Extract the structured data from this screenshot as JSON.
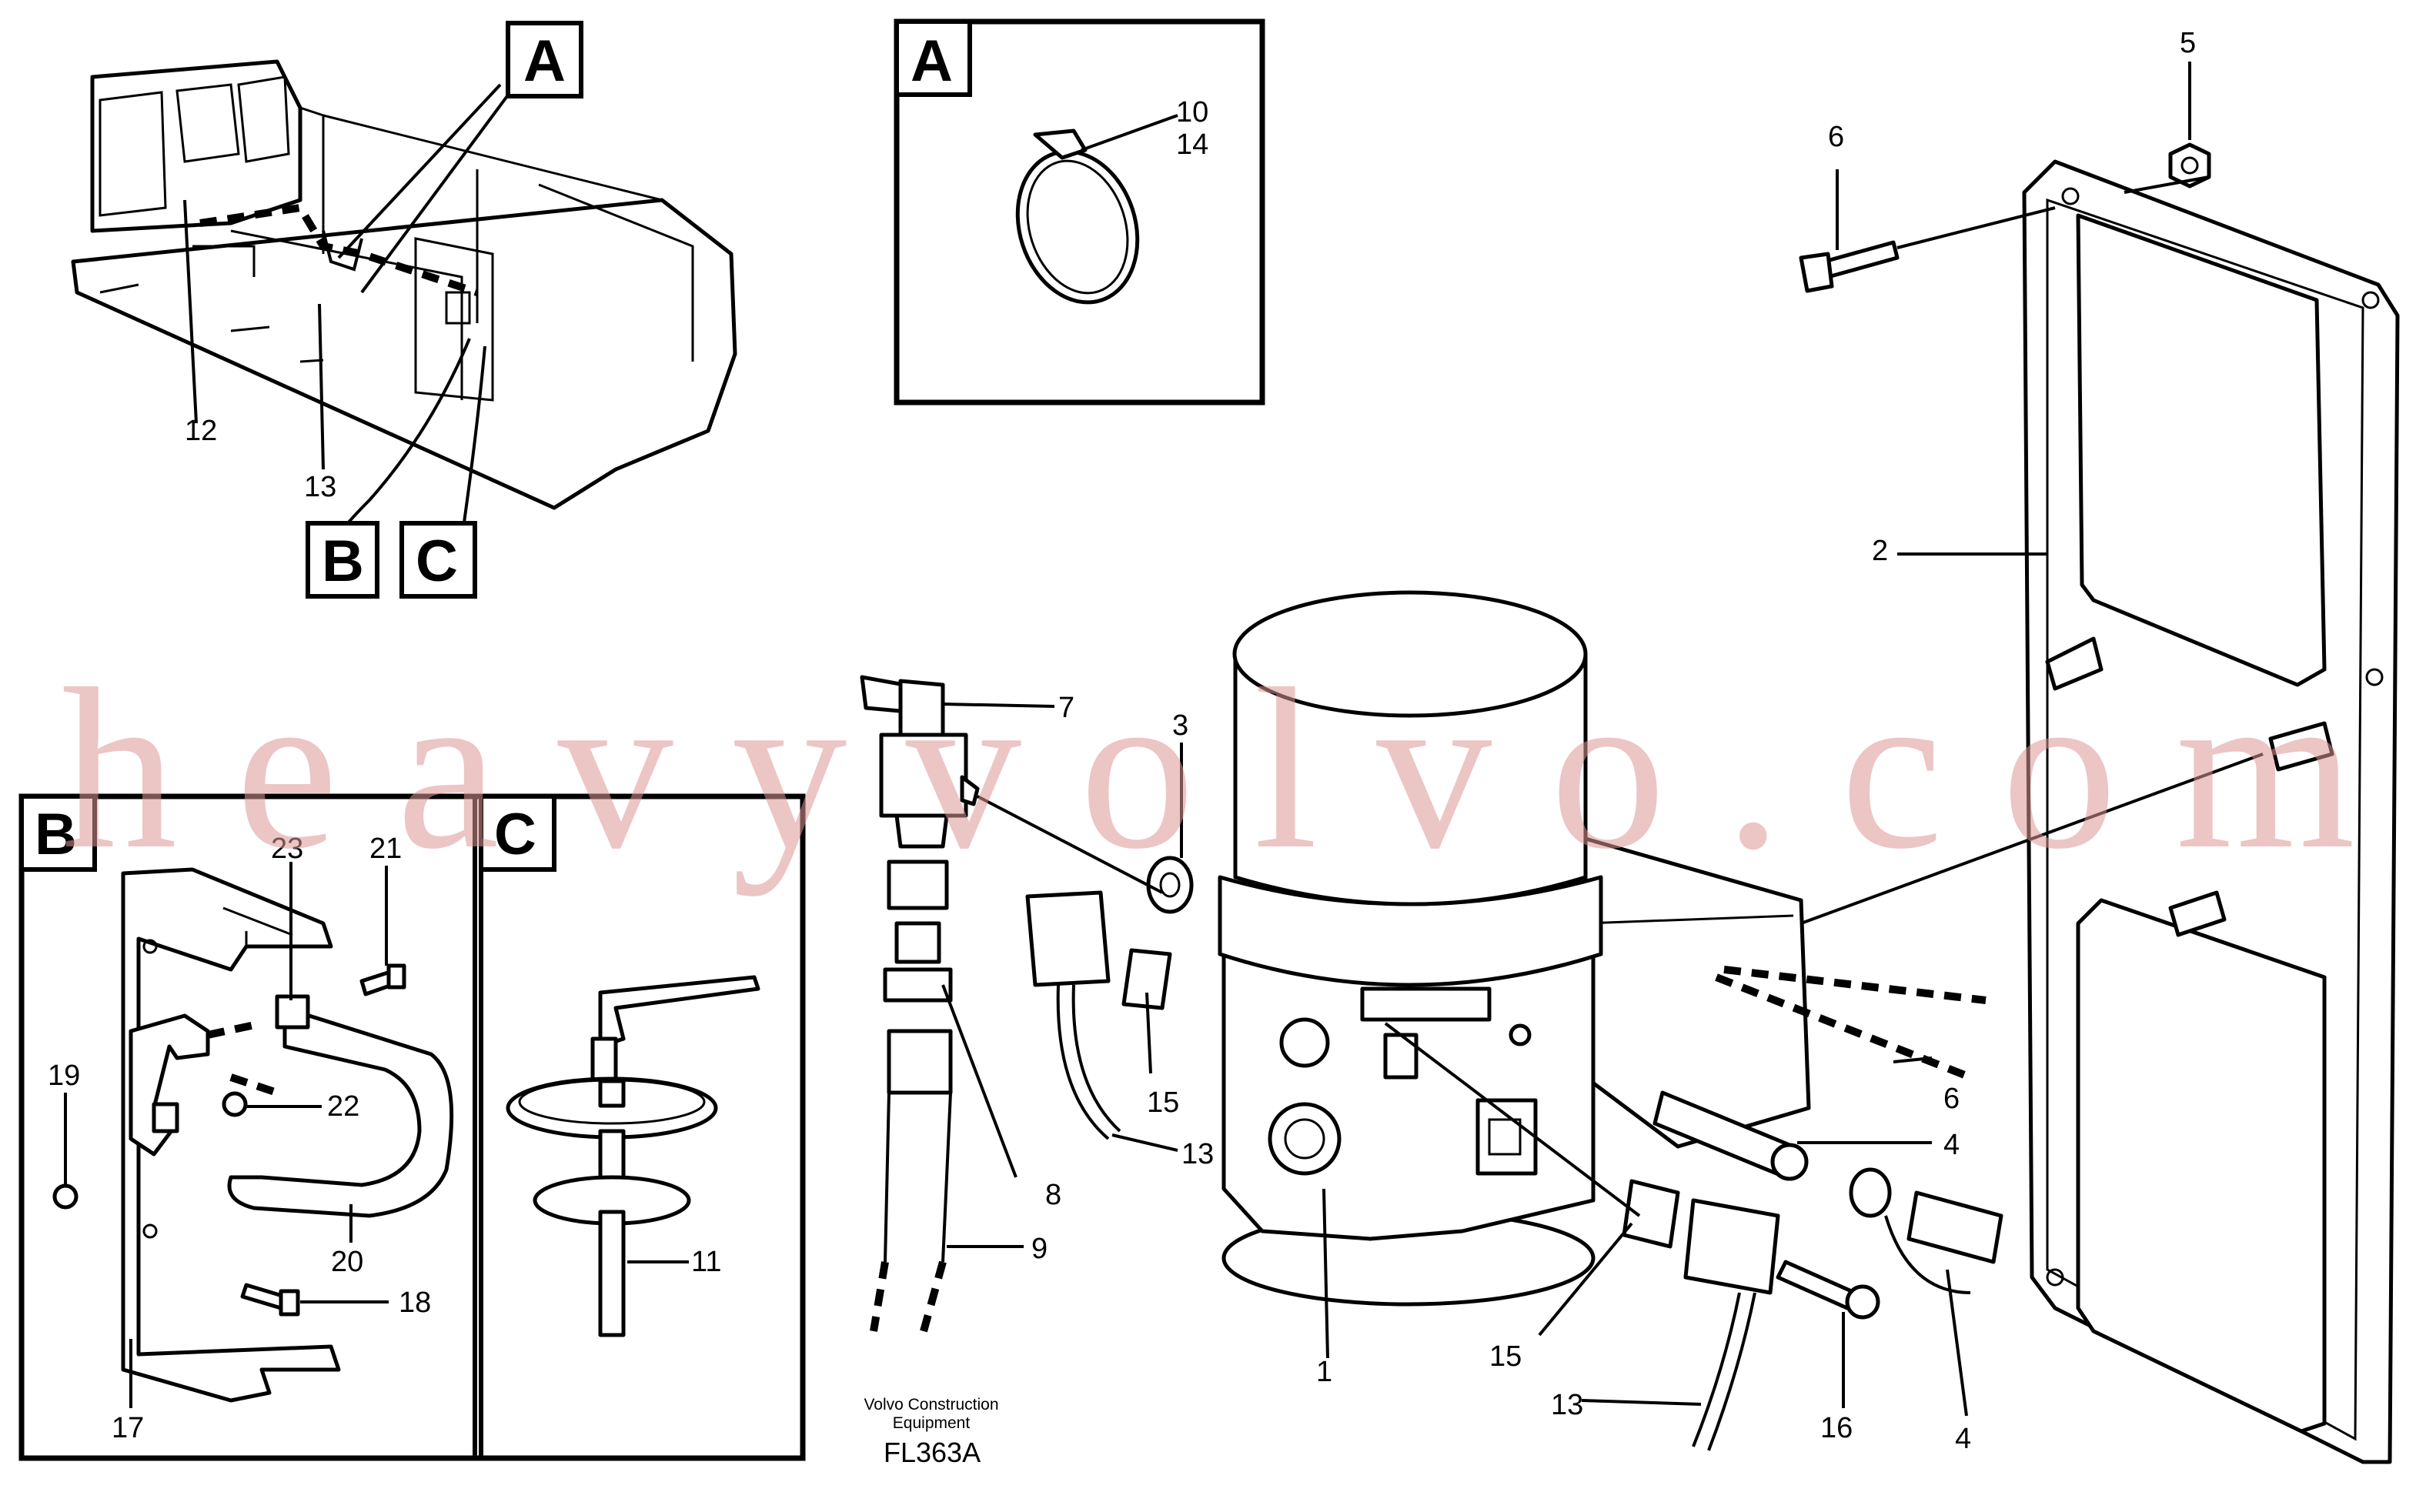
{
  "callouts": {
    "A_main": "A",
    "B_main": "B",
    "C_main": "C",
    "A_inset": "A",
    "B_inset": "B",
    "C_inset": "C"
  },
  "labels": {
    "n1": "1",
    "n2": "2",
    "n3": "3",
    "n4a": "4",
    "n4b": "4",
    "n5": "5",
    "n6a": "6",
    "n6b": "6",
    "n7": "7",
    "n8": "8",
    "n9": "9",
    "n10": "10",
    "n11": "11",
    "n12": "12",
    "n13a": "13",
    "n13b": "13",
    "n13c": "13",
    "n14": "14",
    "n15a": "15",
    "n15b": "15",
    "n16": "16",
    "n17": "17",
    "n18": "18",
    "n19": "19",
    "n20": "20",
    "n21": "21",
    "n22": "22",
    "n23": "23"
  },
  "footer": {
    "company_line1": "Volvo Construction",
    "company_line2": "Equipment",
    "drawing_code": "FL363A"
  },
  "watermark": "heavyvolvo.com"
}
